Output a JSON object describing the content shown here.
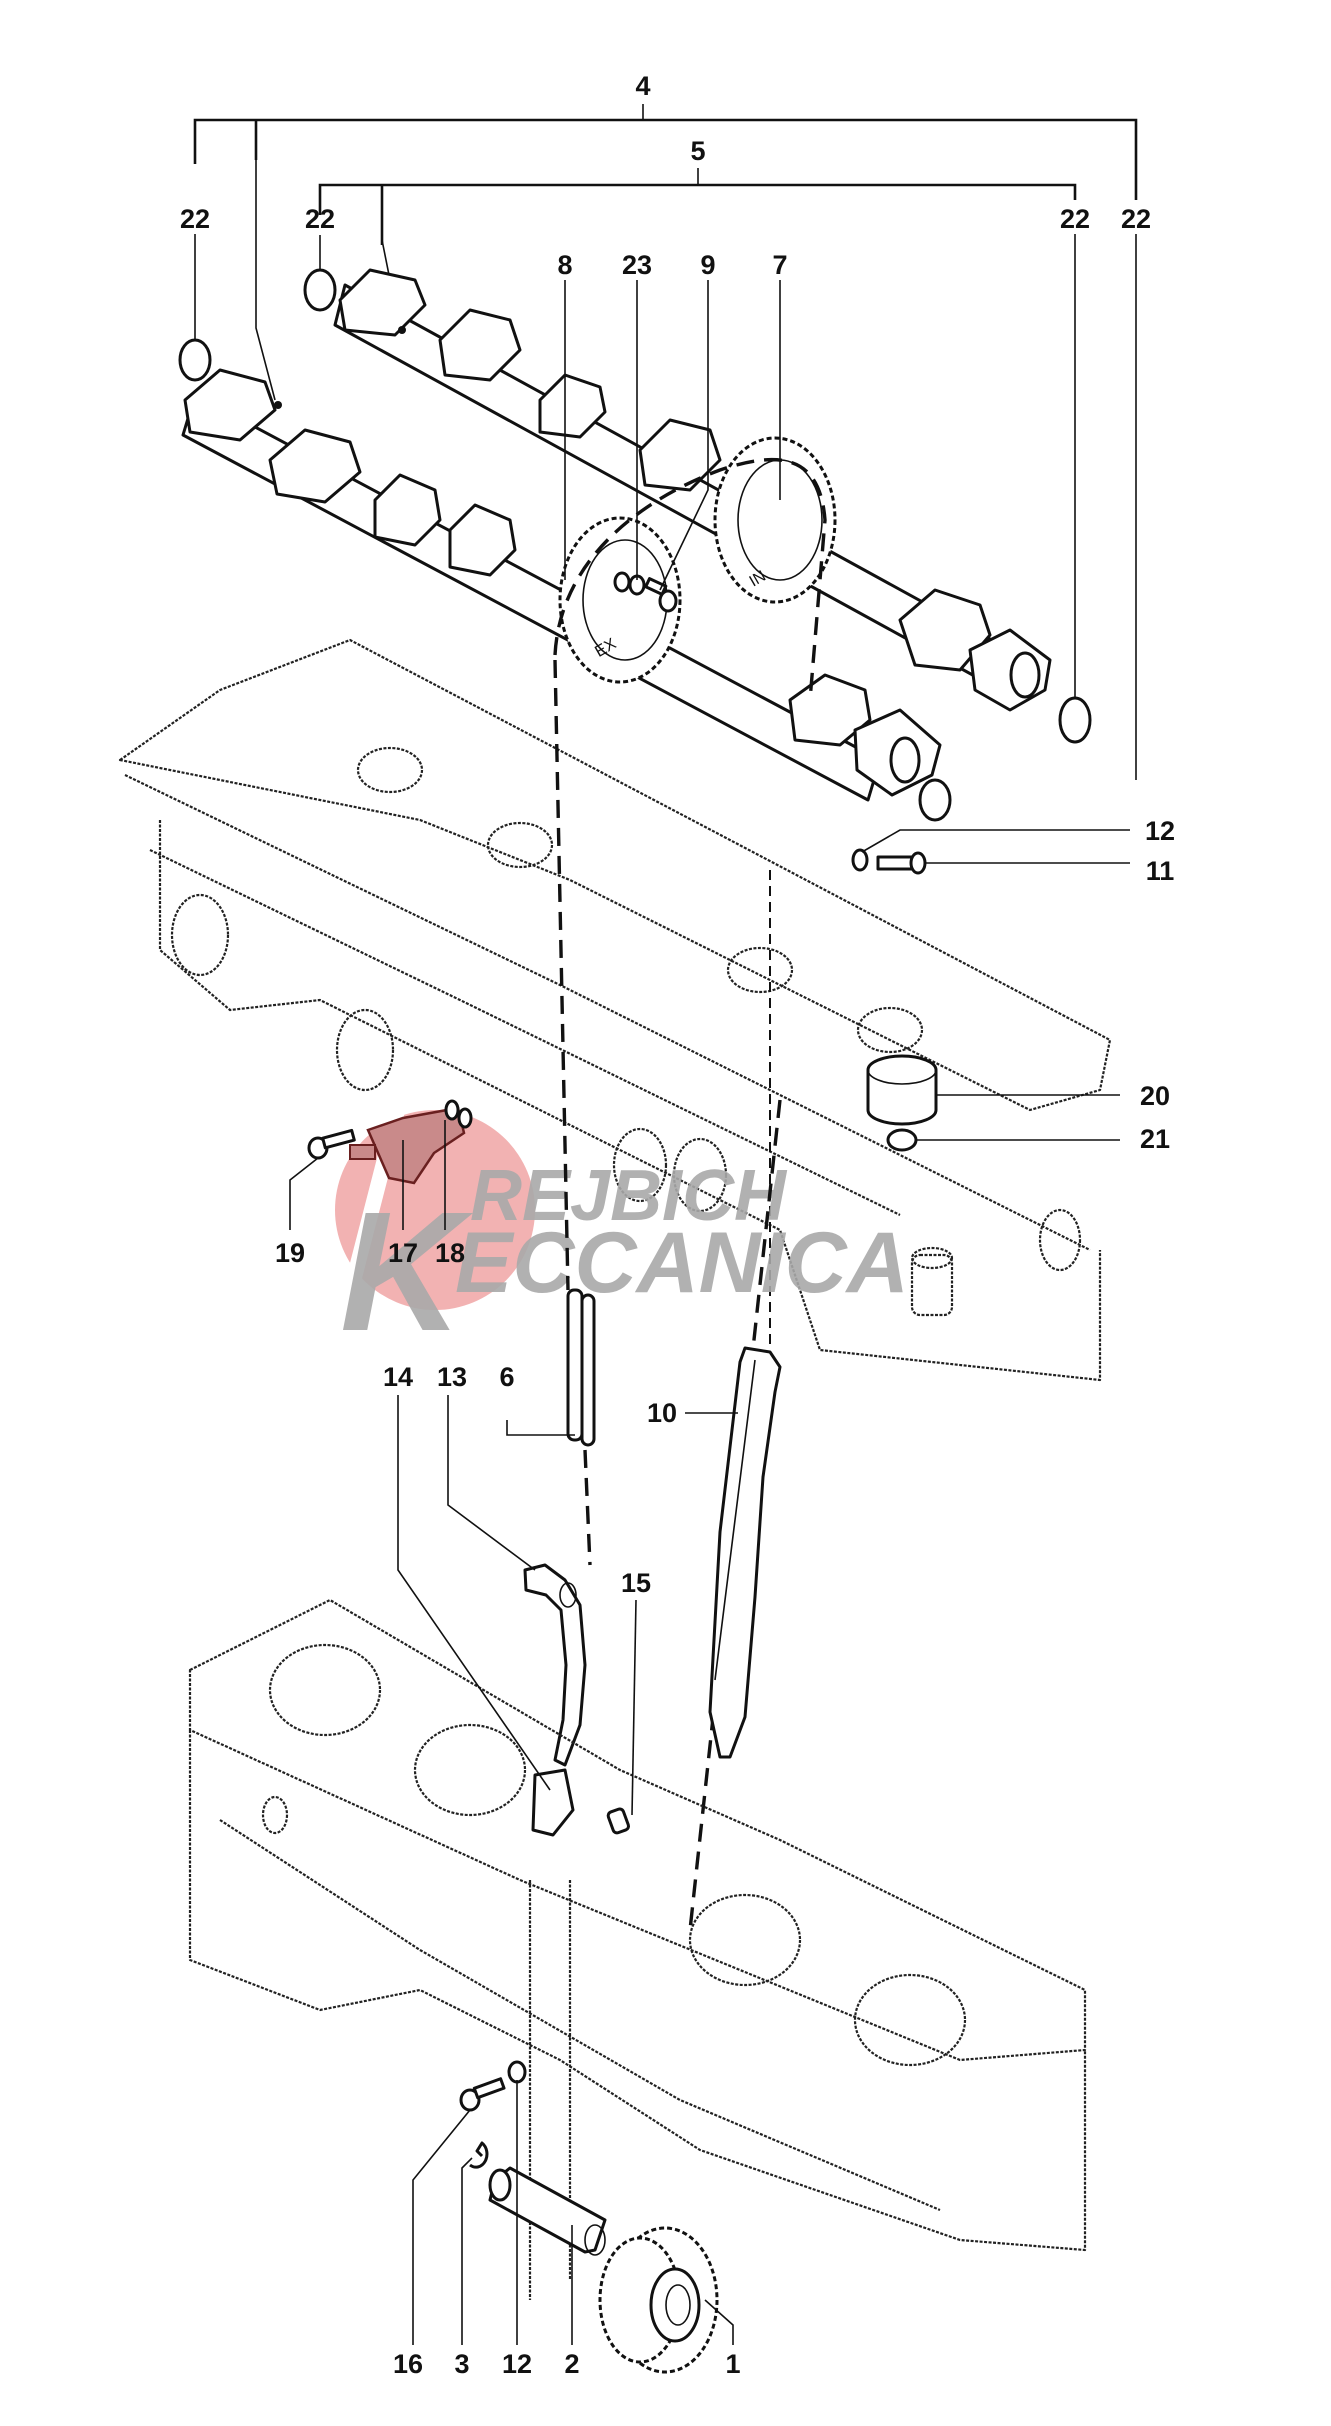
{
  "diagram": {
    "title": "Exploded view – camshafts, timing chain and cylinder head / cylinder block",
    "callouts": {
      "c1": "1",
      "c2": "2",
      "c3": "3",
      "c4": "4",
      "c5": "5",
      "c6": "6",
      "c7": "7",
      "c8": "8",
      "c9": "9",
      "c10": "10",
      "c11": "11",
      "c12a": "12",
      "c12b": "12",
      "c13": "13",
      "c14": "14",
      "c15": "15",
      "c16": "16",
      "c17": "17",
      "c18": "18",
      "c19": "19",
      "c20": "20",
      "c21": "21",
      "c22a": "22",
      "c22b": "22",
      "c22c": "22",
      "c22d": "22",
      "c23": "23"
    },
    "gear_marks": {
      "exhaust": "EX",
      "intake": "IN"
    }
  },
  "watermark": {
    "line1": "REJBICH",
    "line2": "ECCANICA",
    "initial": "K",
    "circle_color": "#f0a5a5",
    "text_color": "#a8a8a8"
  },
  "colors": {
    "line": "#111111",
    "background": "#ffffff",
    "highlight_part": "#c98a8a"
  }
}
